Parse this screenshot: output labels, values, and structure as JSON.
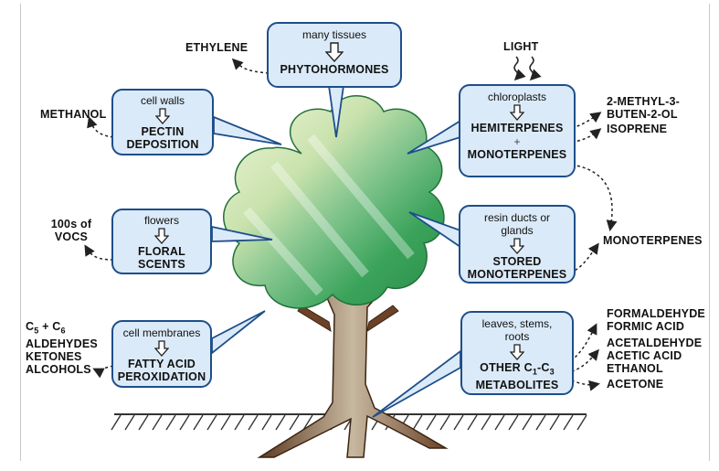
{
  "boxes": {
    "phytohormones": {
      "source": "many tissues",
      "product": "PHYTOHORMONES"
    },
    "pectin": {
      "source": "cell walls",
      "product_line1": "PECTIN",
      "product_line2": "DEPOSITION"
    },
    "floral": {
      "source": "flowers",
      "product_line1": "FLORAL",
      "product_line2": "SCENTS"
    },
    "fatty_acid": {
      "source": "cell membranes",
      "product_line1": "FATTY ACID",
      "product_line2": "PEROXIDATION"
    },
    "chloroplasts": {
      "source": "chloroplasts",
      "product_line1": "HEMITERPENES",
      "plus": "+",
      "product_line2": "MONOTERPENES"
    },
    "resin": {
      "source_line1": "resin ducts or",
      "source_line2": "glands",
      "product_line1": "STORED",
      "product_line2": "MONOTERPENES"
    },
    "leaves": {
      "source_line1": "leaves, stems,",
      "source_line2": "roots",
      "product_prefix": "OTHER C",
      "product_sub1": "1",
      "product_mid": "-C",
      "product_sub2": "3",
      "product_line2": "METABOLITES"
    }
  },
  "emissions": {
    "ethylene": "ETHYLENE",
    "light": "LIGHT",
    "methanol": "METHANOL",
    "vocs_line1": "100s of",
    "vocs_line2": "VOCS",
    "aldehydes_c5": "C",
    "aldehydes_sub5": "5",
    "aldehydes_plus": " + C",
    "aldehydes_sub6": "6",
    "aldehydes_line2": "ALDEHYDES",
    "aldehydes_line3": "KETONES",
    "aldehydes_line4": "ALCOHOLS",
    "methylbutenol_line1": "2-METHYL-3-",
    "methylbutenol_line2": "BUTEN-2-OL",
    "isoprene": "ISOPRENE",
    "monoterpenes": "MONOTERPENES",
    "formaldehyde": "FORMALDEHYDE",
    "formic_acid": "FORMIC ACID",
    "acetaldehyde": "ACETALDEHYDE",
    "acetic_acid": "ACETIC ACID",
    "ethanol": "ETHANOL",
    "acetone": "ACETONE"
  },
  "colors": {
    "box_fill": "#dbeaf8",
    "box_border": "#1e4e8a",
    "canopy_light": "#eef5d8",
    "canopy_dark": "#2f9a4e",
    "trunk": "#7a4a2e",
    "ground": "#333333"
  }
}
